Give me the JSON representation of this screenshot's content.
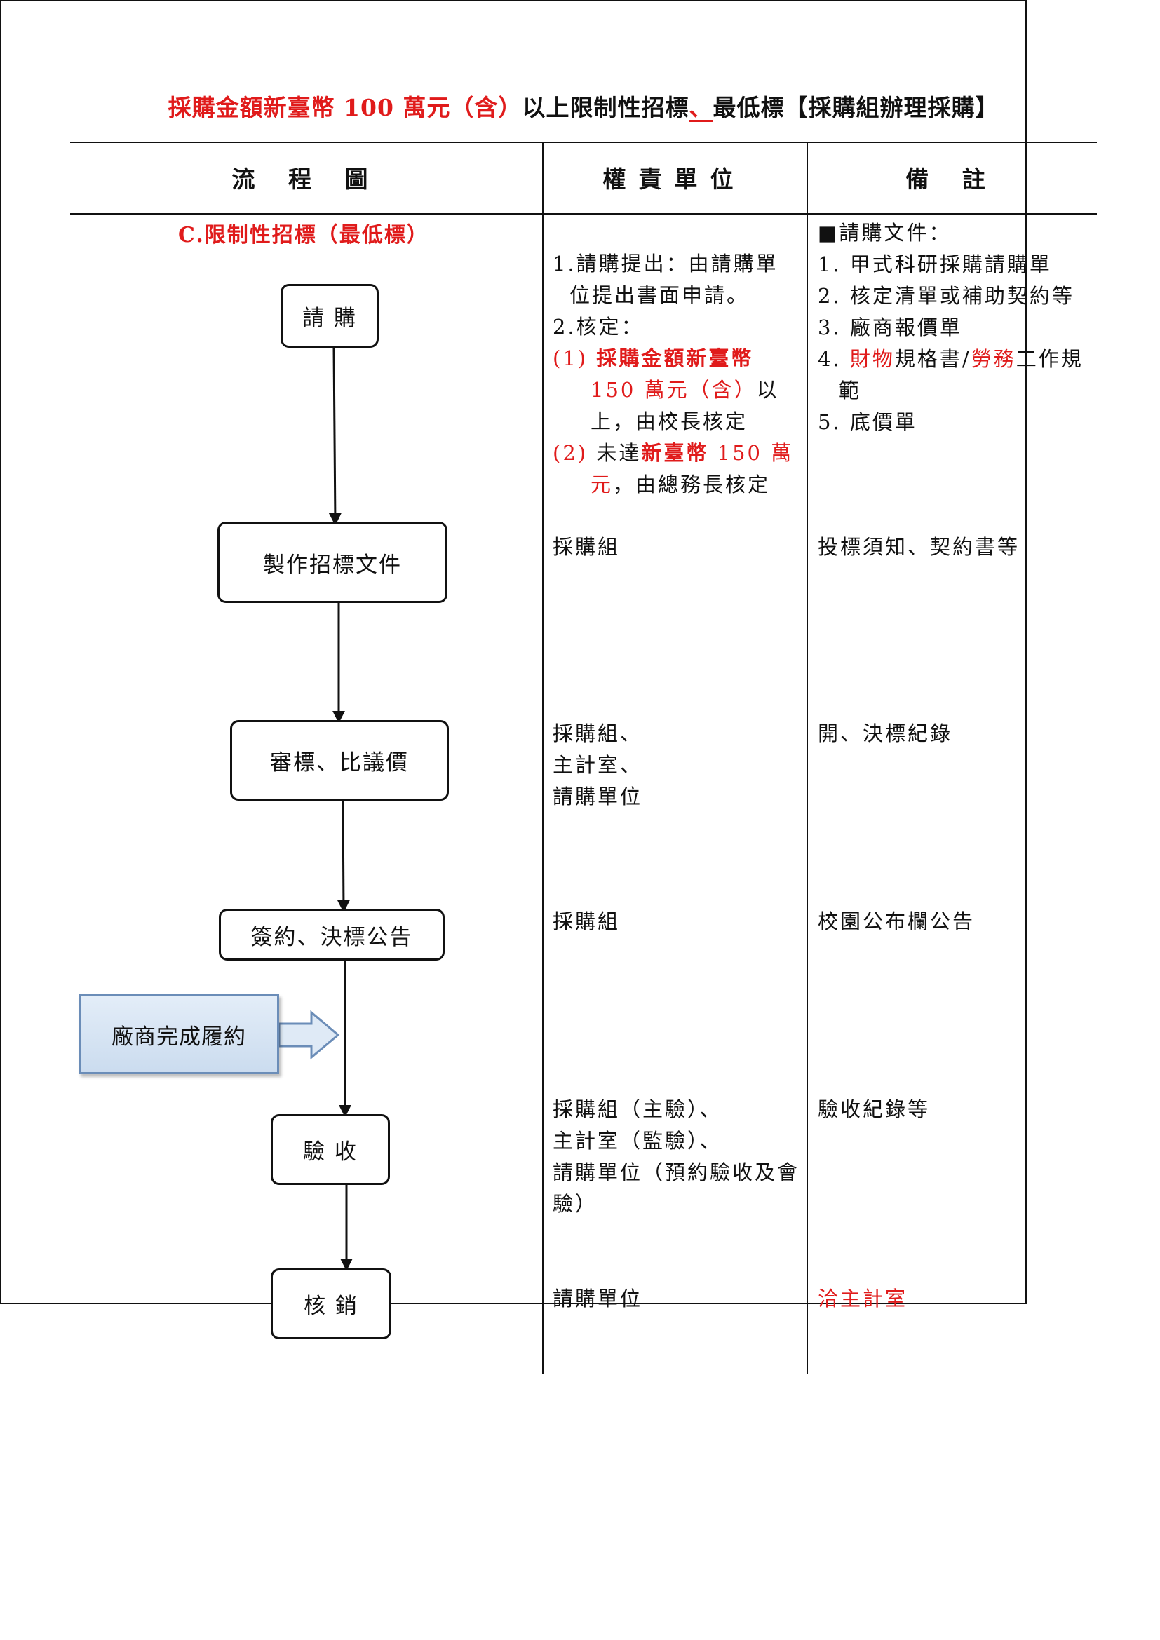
{
  "title": {
    "part_red": "採購金額新臺幣 100 萬元（含）",
    "part_black1": "以上限制性招標",
    "part_red_underlined": "、",
    "part_black2": "最低標【採購組辦理採購】"
  },
  "headers": {
    "col1": "流 程 圖",
    "col2": "權責單位",
    "col3": "備 註"
  },
  "flow": {
    "section_label": "C.限制性招標（最低標）",
    "steps": [
      "請 購",
      "製作招標文件",
      "審標、比議價",
      "簽約、決標公告",
      "驗 收",
      "核 銷"
    ],
    "vendor": "廠商完成履約"
  },
  "responsibility": {
    "r1": {
      "item1": "1.請購提出：由請購單位提出書面申請。",
      "item2": "2.核定：",
      "sub1_num": "(1)",
      "sub1_red": "採購金額新臺幣",
      "sub1_red2": "150 萬元（含）",
      "sub1_rest": "以上，由校長核定",
      "sub2_num": "(2)",
      "sub2_a": "未達",
      "sub2_red": "新臺幣",
      "sub2_red2": "150 萬元",
      "sub2_rest": "，由總務長核定"
    },
    "r2": "採購組",
    "r3": [
      "採購組、",
      "主計室、",
      "請購單位"
    ],
    "r4": "採購組",
    "r5": [
      "採購組（主驗）、",
      "主計室（監驗）、",
      "請購單位（預約驗收及會驗）"
    ],
    "r6": "請購單位"
  },
  "remarks": {
    "n1": {
      "heading": "■請購文件：",
      "i1": "1. 甲式科研採購請購單",
      "i2": "2. 核定清單或補助契約等",
      "i3": "3. 廠商報價單",
      "i4_num": "4. ",
      "i4_red1": "財物",
      "i4_mid": "規格書/",
      "i4_red2": "勞務",
      "i4_end": "工作規範",
      "i5": "5. 底價單"
    },
    "n2": "投標須知、契約書等",
    "n3": "開、決標紀錄",
    "n4": "校園公布欄公告",
    "n5": "驗收紀錄等",
    "n6": "洽主計室"
  },
  "colors": {
    "accent_red": "#e01b1b",
    "vendor_fill": "#cbdcef",
    "vendor_border": "#6b8db8"
  }
}
